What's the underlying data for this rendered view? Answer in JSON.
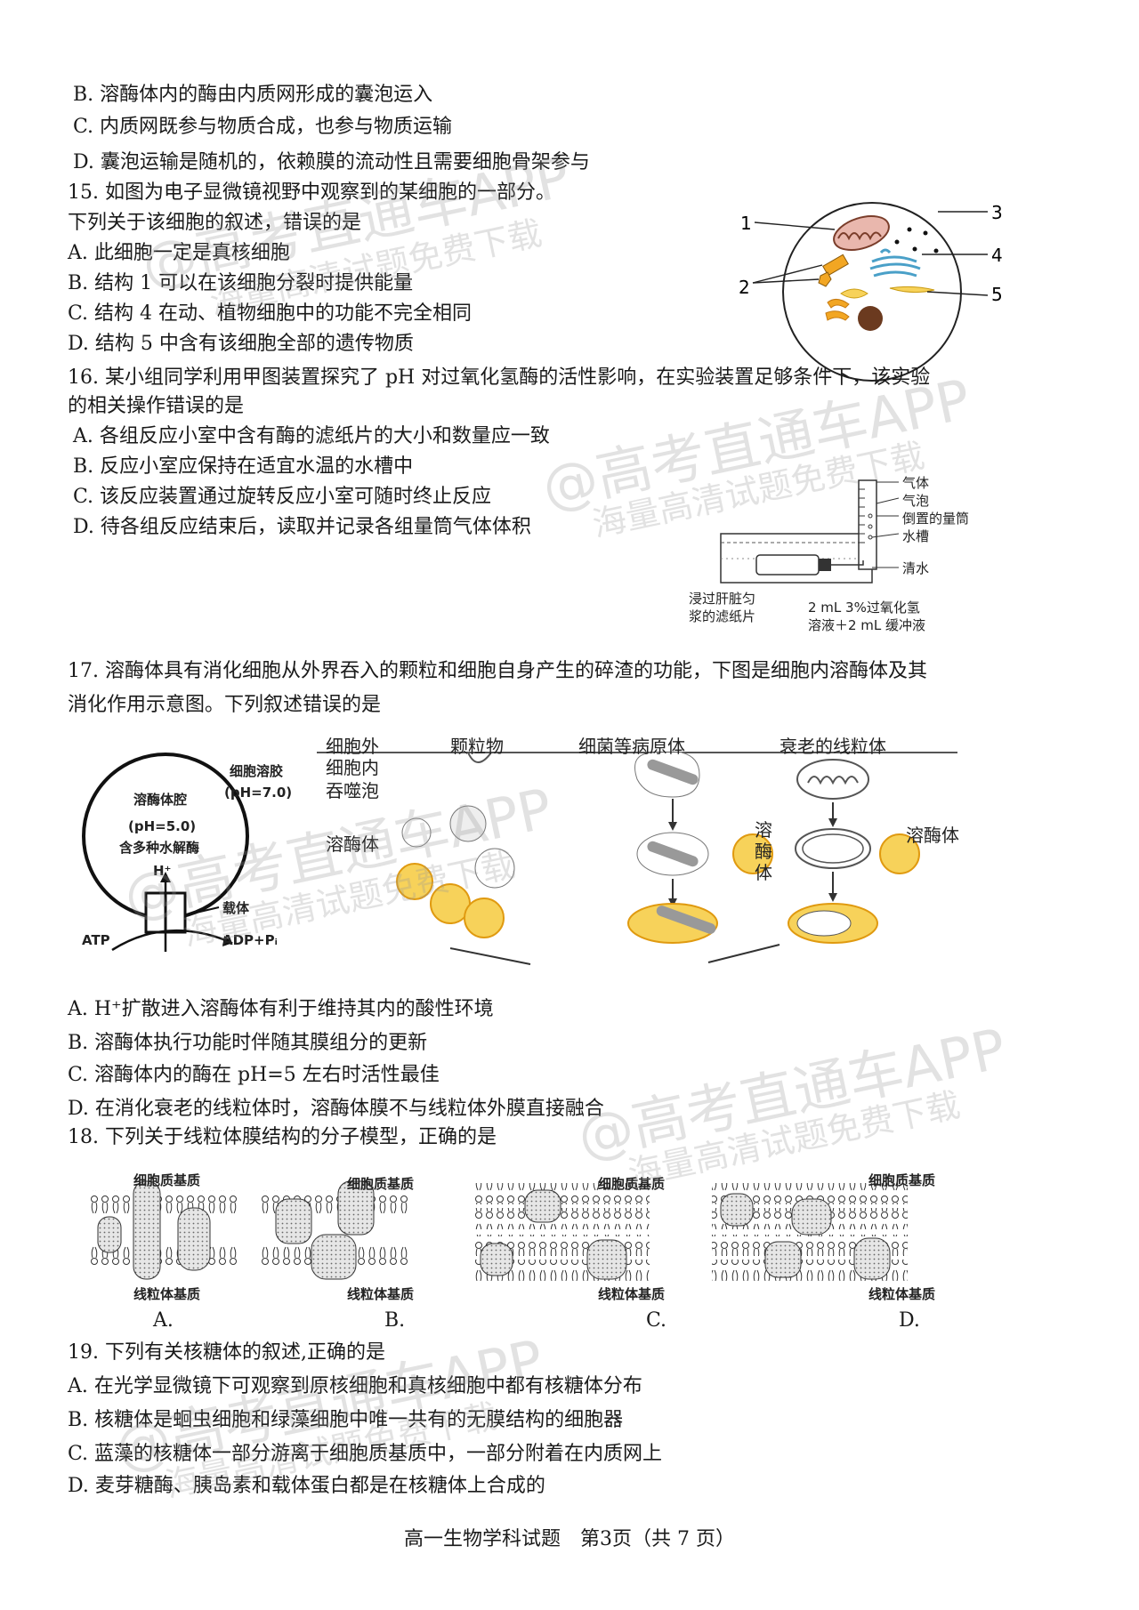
{
  "q14": {
    "b": "B. 溶酶体内的酶由内质网形成的囊泡运入",
    "c": "C. 内质网既参与物质合成，也参与物质运输",
    "d": "D. 囊泡运输是随机的，依赖膜的流动性且需要细胞骨架参与"
  },
  "q15": {
    "stem1": "15. 如图为电子显微镜视野中观察到的某细胞的一部分。",
    "stem2": "下列关于该细胞的叙述，错误的是",
    "a": "A. 此细胞一定是真核细胞",
    "b": "B. 结构 1 可以在该细胞分裂时提供能量",
    "c": "C. 结构 4 在动、植物细胞中的功能不完全相同",
    "d": "D. 结构 5 中含有该细胞全部的遗传物质",
    "labels": [
      "1",
      "2",
      "3",
      "4",
      "5"
    ]
  },
  "q16": {
    "stem1": "16. 某小组同学利用甲图装置探究了 pH 对过氧化氢酶的活性影响，在实验装置足够条件下，该实验",
    "stem2": "的相关操作错误的是",
    "a": "A. 各组反应小室中含有酶的滤纸片的大小和数量应一致",
    "b": "B. 反应小室应保持在适宜水温的水槽中",
    "c": "C. 该反应装置通过旋转反应小室可随时终止反应",
    "d": "D. 待各组反应结束后，读取并记录各组量筒气体体积",
    "labels": {
      "gas": "气体",
      "bubble": "气泡",
      "cylinder": "倒置的量筒",
      "tank": "水槽",
      "water": "清水",
      "paper1": "浸过肝脏匀",
      "paper2": "浆的滤纸片",
      "sol1": "2 mL 3%过氧化氢",
      "sol2": "溶液＋2 mL 缓冲液"
    }
  },
  "q17": {
    "stem1": "17. 溶酶体具有消化细胞从外界吞入的颗粒和细胞自身产生的碎渣的功能，下图是细胞内溶酶体及其",
    "stem2": "消化作用示意图。下列叙述错误的是",
    "a": "A. H⁺扩散进入溶酶体有利于维持其内的酸性环境",
    "b": "B. 溶酶体执行功能时伴随其膜组分的更新",
    "c": "C. 溶酶体内的酶在 pH=5 左右时活性最佳",
    "d": "D. 在消化衰老的线粒体时，溶酶体膜不与线粒体外膜直接融合",
    "left": {
      "cytosol": "细胞溶胶",
      "cytosol_ph": "(pH=7.0)",
      "lumen": "溶酶体腔",
      "lumen_ph": "(pH=5.0)",
      "enzymes": "含多种水解酶",
      "h": "H⁺",
      "carrier": "载体",
      "atp": "ATP",
      "adp": "ADP+Pᵢ"
    },
    "right": {
      "outside": "细胞外",
      "inside": "细胞内",
      "particle": "颗粒物",
      "pathogen": "细菌等病原体",
      "old_mito": "衰老的线粒体",
      "phago": "吞噬泡",
      "lyso1": "溶酶体",
      "lyso2a": "溶",
      "lyso2b": "酶",
      "lyso2c": "体",
      "lyso3": "溶酶体"
    }
  },
  "q18": {
    "stem": "18. 下列关于线粒体膜结构的分子模型，正确的是",
    "top_label": "细胞质基质",
    "bottom_label": "线粒体基质",
    "options": [
      "A.",
      "B.",
      "C.",
      "D."
    ]
  },
  "q19": {
    "stem": "19. 下列有关核糖体的叙述,正确的是",
    "a": "A. 在光学显微镜下可观察到原核细胞和真核细胞中都有核糖体分布",
    "b": "B. 核糖体是蛔虫细胞和绿藻细胞中唯一共有的无膜结构的细胞器",
    "c": "C. 蓝藻的核糖体一部分游离于细胞质基质中，一部分附着在内质网上",
    "d": "D. 麦芽糖酶、胰岛素和载体蛋白都是在核糖体上合成的"
  },
  "footer": "高一生物学科试题　第3页（共 7 页）",
  "watermark": {
    "main": "@高考直通车APP",
    "sub": "海量高清试题免费下载"
  },
  "colors": {
    "text": "#1a1a1a",
    "orange": "#f2a623",
    "yellow": "#f7d25a",
    "brown": "#6b3a1f",
    "blue": "#6fb8d8"
  }
}
